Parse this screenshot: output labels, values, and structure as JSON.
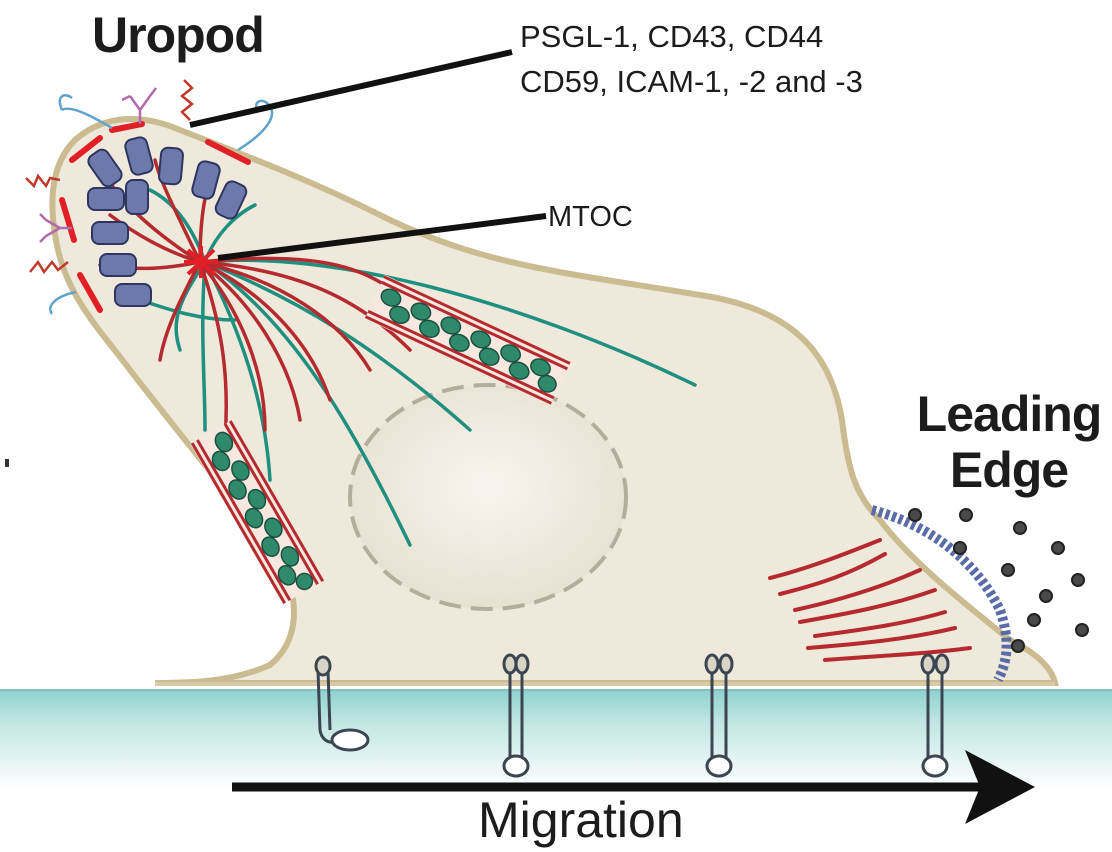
{
  "labels": {
    "uropod": "Uropod",
    "markers_line1": "PSGL-1, CD43, CD44",
    "markers_line2": "CD59, ICAM-1, -2 and -3",
    "mtoc": "MTOC",
    "leading_line1": "Leading",
    "leading_line2": "Edge",
    "migration": "Migration"
  },
  "colors": {
    "cell_fill": "#efe9dc",
    "cell_outline": "#c9b98e",
    "substrate": "#b7e0de",
    "actin": "#b52a2e",
    "microtubule": "#1f8f7f",
    "receptor": "#6673a6",
    "uropod_marker": "#e21f26",
    "arrow": "#111111"
  }
}
